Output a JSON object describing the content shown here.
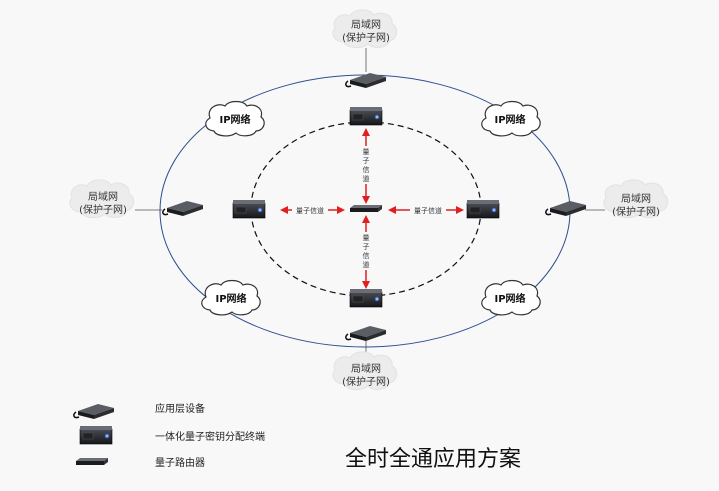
{
  "title": "全时全通应用方案",
  "lan_clouds": [
    {
      "id": "top",
      "line1": "局域网",
      "line2": "(保护子网)"
    },
    {
      "id": "left",
      "line1": "局域网",
      "line2": "(保护子网)"
    },
    {
      "id": "right",
      "line1": "局域网",
      "line2": "(保护子网)"
    },
    {
      "id": "bottom",
      "line1": "局域网",
      "line2": "(保护子网)"
    }
  ],
  "ip_clouds": [
    {
      "id": "top-left",
      "label": "IP网络"
    },
    {
      "id": "top-right",
      "label": "IP网络"
    },
    {
      "id": "bottom-left",
      "label": "IP网络"
    },
    {
      "id": "bottom-right",
      "label": "IP网络"
    }
  ],
  "channels": {
    "left": "量子信道",
    "right": "量子信道",
    "top": "量子信道",
    "bottom": "量子信道"
  },
  "legend": [
    {
      "icon": "application-device-icon",
      "label": "应用层设备"
    },
    {
      "icon": "qkd-terminal-icon",
      "label": "一体化量子密钥分配终端"
    },
    {
      "icon": "quantum-router-icon",
      "label": "量子路由器"
    }
  ],
  "colors": {
    "outer_ring": "#2f4f8f",
    "inner_ring": "#111111",
    "arrow": "#e02020"
  }
}
